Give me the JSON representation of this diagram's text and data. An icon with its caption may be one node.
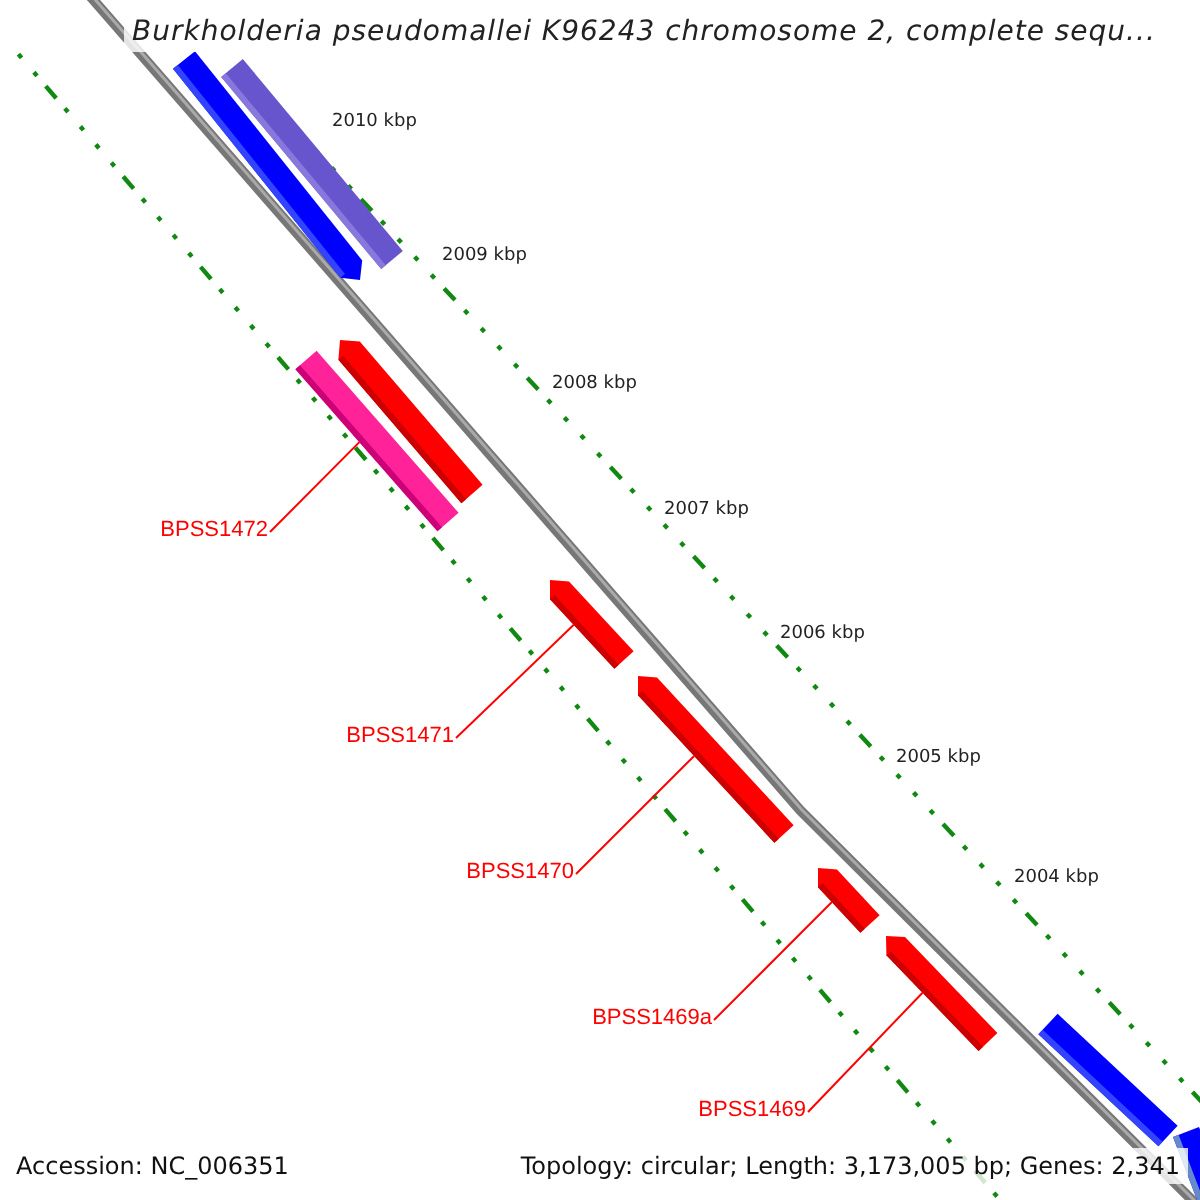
{
  "diagram": {
    "title": "Burkholderia pseudomallei K96243 chromosome 2, complete sequ...",
    "nodes": [
      {
        "text": [],
        "shape": "bar"
      },
      {
        "text": [],
        "shape": "bar"
      },
      {
        "text": [],
        "shape": "bar"
      },
      {
        "text": [],
        "shape": "bar"
      },
      {
        "text": [
          "BPSS1472"
        ]
      },
      {
        "text": [],
        "shape": "bar"
      },
      {
        "text": [
          "BPSS1471"
        ]
      },
      {
        "text": [],
        "shape": "bar"
      },
      {
        "text": [
          "BPSS1470"
        ]
      },
      {
        "text": [],
        "shape": "bar"
      },
      {
        "text": [
          "BPSS1469a"
        ]
      },
      {
        "text": [],
        "shape": "bar"
      },
      {
        "text": [
          "BPSS1469"
        ]
      },
      {
        "text": [],
        "shape": "bar"
      },
      {
        "text": [],
        "shape": "bar"
      }
    ],
    "edges": [
      {
        "from": 4,
        "to": 3,
        "arrow": "none"
      },
      {
        "from": 6,
        "to": 5,
        "arrow": "none"
      },
      {
        "from": 8,
        "to": 7,
        "arrow": "none"
      },
      {
        "from": 10,
        "to": 9,
        "arrow": "none"
      },
      {
        "from": 12,
        "to": 11,
        "arrow": "none"
      }
    ],
    "labels": [
      "2010 kbp",
      "2009 kbp",
      "2008 kbp",
      "2007 kbp",
      "2006 kbp",
      "2005 kbp",
      "2004 kbp",
      "Accession: NC_006351",
      "Topology: circular; Length: 3,173,005 bp; Genes: 2,341"
    ]
  }
}
